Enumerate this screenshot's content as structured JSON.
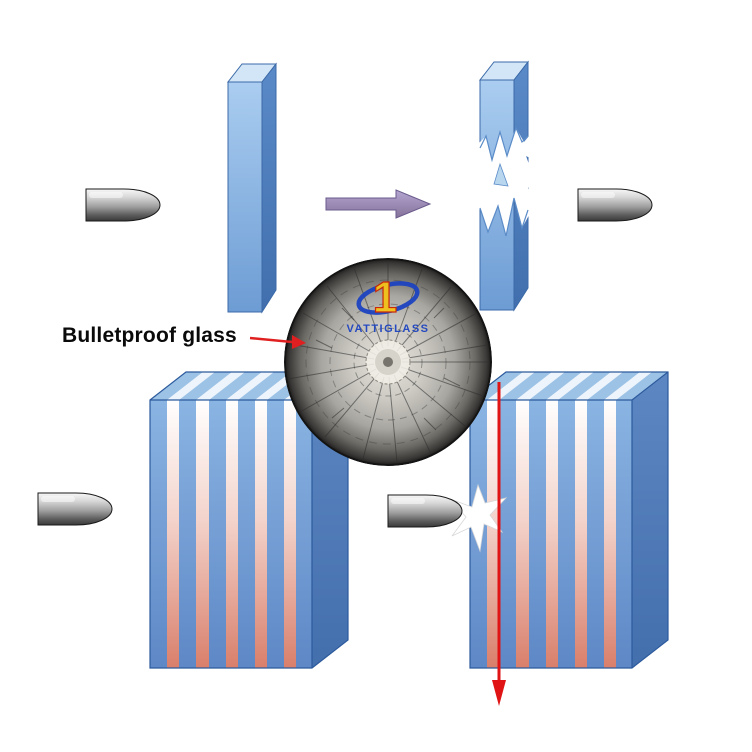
{
  "labels": {
    "bulletproof_glass": "Bulletproof glass",
    "logo_number": "1",
    "logo_text": "VATTIGLASS"
  },
  "colors": {
    "glass_blue_front": "#6d9cd4",
    "glass_blue_light": "#aacdf0",
    "laminate_stripe_blue": "#5e88c6",
    "laminate_stripe_salmon": "#d97f6b",
    "bullet_gray": "#8a8a8a",
    "flow_arrow_purple": "#9585b8",
    "pointer_arrow_red": "#e02020",
    "trajectory_red": "#e01414",
    "label_text": "#0a0a0a",
    "logo_blue": "#1d43c0",
    "logo_yellow": "#f2c21a"
  },
  "icons": {
    "bullet": "bullet-icon",
    "flow_arrow": "arrow-right-icon",
    "pointer_arrow": "arrow-right-icon",
    "trajectory_arrow": "arrow-down-icon",
    "impact": "impact-star-icon"
  }
}
